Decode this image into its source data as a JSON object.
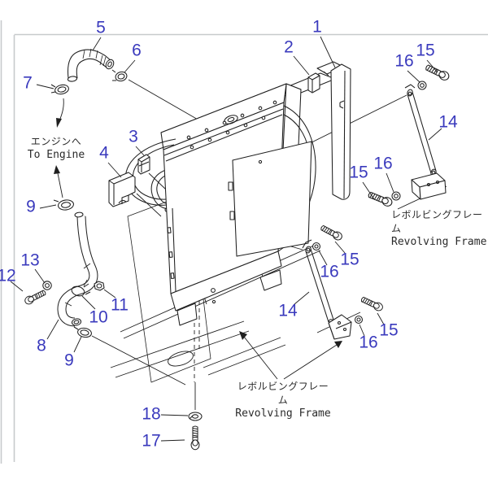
{
  "diagram": {
    "type": "exploded-parts-diagram",
    "subject": "radiator assembly",
    "colors": {
      "background": "#ffffff",
      "line": "#1f1f1f",
      "callout": "#3a3abd"
    },
    "callouts": [
      {
        "ref": "1",
        "text": "1"
      },
      {
        "ref": "2",
        "text": "2"
      },
      {
        "ref": "3",
        "text": "3"
      },
      {
        "ref": "4",
        "text": "4"
      },
      {
        "ref": "5",
        "text": "5"
      },
      {
        "ref": "6",
        "text": "6"
      },
      {
        "ref": "7",
        "text": "7"
      },
      {
        "ref": "8",
        "text": "8"
      },
      {
        "ref": "9-upper",
        "text": "9"
      },
      {
        "ref": "9-lower",
        "text": "9"
      },
      {
        "ref": "10",
        "text": "10"
      },
      {
        "ref": "11",
        "text": "11"
      },
      {
        "ref": "12",
        "text": "12"
      },
      {
        "ref": "13",
        "text": "13"
      },
      {
        "ref": "14-upper",
        "text": "14"
      },
      {
        "ref": "14-lower",
        "text": "14"
      },
      {
        "ref": "15-top-right",
        "text": "15"
      },
      {
        "ref": "15-mid-right",
        "text": "15"
      },
      {
        "ref": "15-lower-left",
        "text": "15"
      },
      {
        "ref": "15-lower-right",
        "text": "15"
      },
      {
        "ref": "16-top-right",
        "text": "16"
      },
      {
        "ref": "16-mid-right",
        "text": "16"
      },
      {
        "ref": "16-lower-left",
        "text": "16"
      },
      {
        "ref": "16-lower-right",
        "text": "16"
      },
      {
        "ref": "17",
        "text": "17"
      },
      {
        "ref": "18",
        "text": "18"
      }
    ],
    "annotations": {
      "to_engine": {
        "jp": "エンジンへ",
        "en": "To Engine"
      },
      "revolving_frame_upper": {
        "jp": "レボルビングフレーム",
        "en": "Revolving Frame"
      },
      "revolving_frame_lower": {
        "jp": "レボルビングフレーム",
        "en": "Revolving Frame"
      }
    }
  }
}
